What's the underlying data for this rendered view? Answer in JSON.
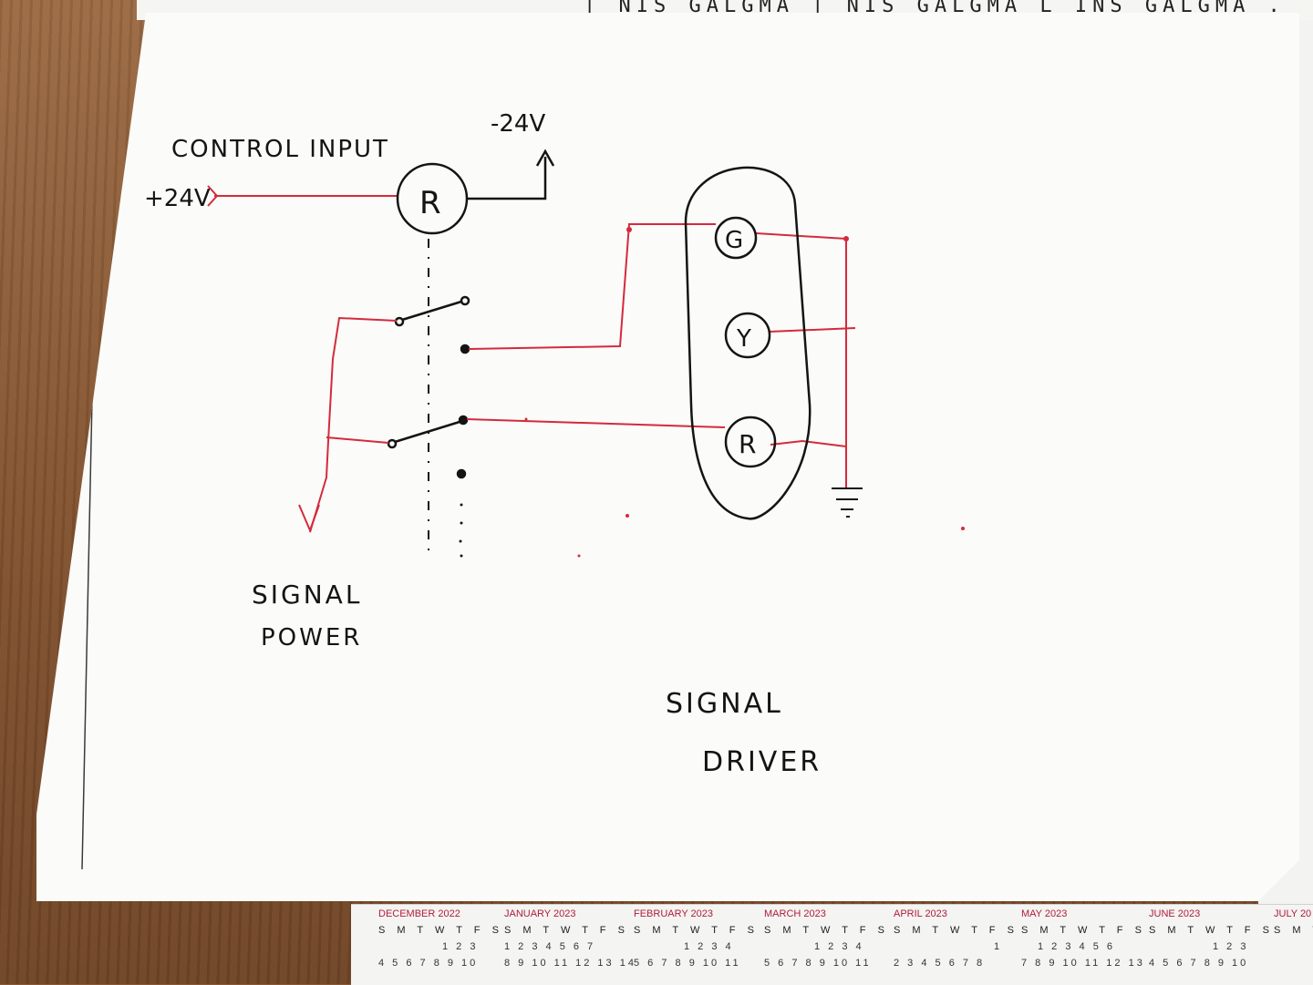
{
  "diagram": {
    "labels": {
      "control_input": "CONTROL INPUT",
      "plus24": "+24V",
      "minus24": "-24V",
      "relay": "R",
      "lamp_green": "G",
      "lamp_yellow": "Y",
      "lamp_red": "R",
      "signal_power_1": "SIGNAL",
      "signal_power_2": "POWER",
      "signal_driver_1": "SIGNAL",
      "signal_driver_2": "DRIVER"
    },
    "colors": {
      "ink": "#141414",
      "wire": "#d42a3c"
    }
  },
  "calendar": {
    "weekday_header": "S M T W T F S",
    "months": [
      {
        "name": "DECEMBER 2022",
        "row1": "1 2 3",
        "row2": "4 5 6 7 8 9 10"
      },
      {
        "name": "JANUARY 2023",
        "row1": "1 2 3 4 5 6 7",
        "row2": "8 9 10 11 12 13 14"
      },
      {
        "name": "FEBRUARY 2023",
        "row1": "1 2 3 4",
        "row2": "5 6 7 8 9 10 11"
      },
      {
        "name": "MARCH 2023",
        "row1": "1 2 3 4",
        "row2": "5 6 7 8 9 10 11"
      },
      {
        "name": "APRIL 2023",
        "row1": "1",
        "row2": "2 3 4 5 6 7 8"
      },
      {
        "name": "MAY 2023",
        "row1": "1 2 3 4 5 6",
        "row2": "7 8 9 10 11 12 13"
      },
      {
        "name": "JUNE 2023",
        "row1": "1 2 3",
        "row2": "4 5 6 7 8 9 10"
      },
      {
        "name": "JULY 20",
        "row1": "",
        "row2": ""
      }
    ]
  }
}
